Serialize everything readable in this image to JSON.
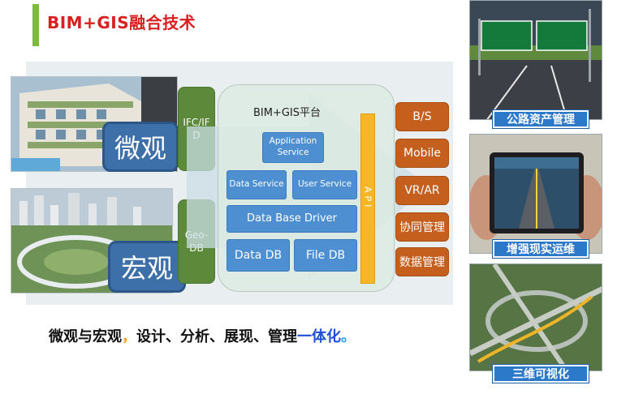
{
  "title": "BIM+GIS融合技术",
  "overlays": {
    "micro": "微观",
    "macro": "宏观"
  },
  "sources": {
    "ifc": "IFC/IF D",
    "geodb": "Geo-DB"
  },
  "platform": {
    "title": "BIM+GIS平台",
    "application_service": "Application Service",
    "data_service": "Data Service",
    "user_service": "User Service",
    "driver": "Data Base Driver",
    "data_db": "Data DB",
    "file_db": "File DB",
    "api": "API"
  },
  "outputs": [
    "B/S",
    "Mobile",
    "VR/AR",
    "协同管理",
    "数据管理"
  ],
  "tagline": {
    "part1": "微观与宏观",
    "comma": "，",
    "part2": "设计、分析、展现、管理",
    "highlight": "一体化",
    "end": "。"
  },
  "captions": [
    "公路资产管理",
    "增强现实运维",
    "三维可视化"
  ],
  "colors": {
    "title": "#d82020",
    "accent_bar": "#7dbb3c",
    "service_blue": "#4d8fd0",
    "source_green": "#5c8a3a",
    "output_orange": "#c45f1e",
    "api_yellow": "#f6b625",
    "caption_blue": "#2c78c9",
    "highlight_blue": "#1f4fd8"
  }
}
